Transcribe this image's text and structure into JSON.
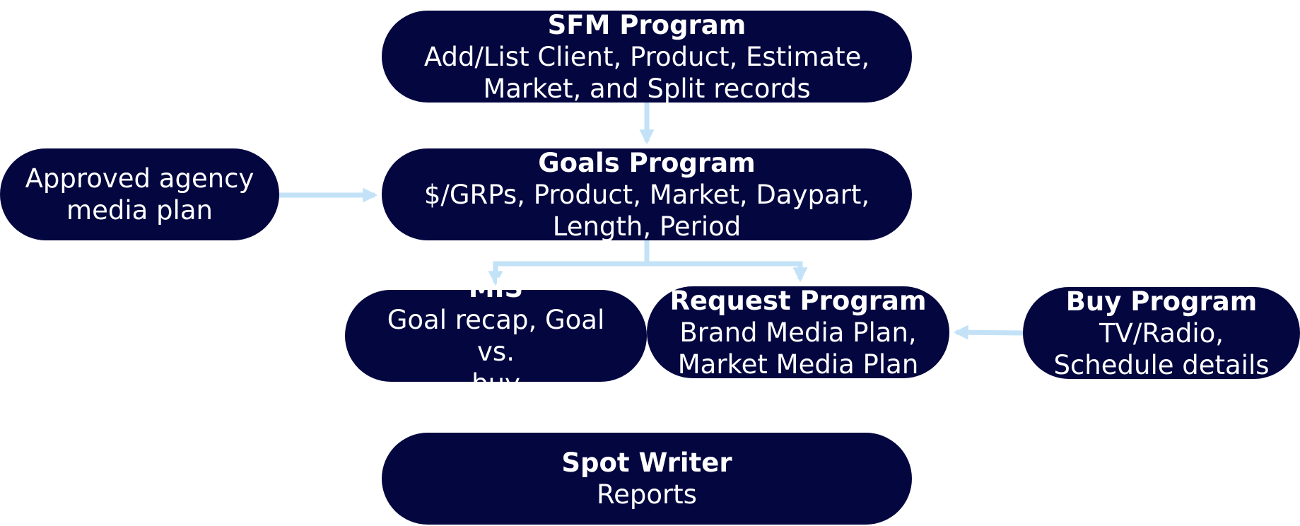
{
  "colors": {
    "node_fill": "#03063f",
    "node_text": "#ffffff",
    "connector": "#c3e2f7"
  },
  "nodes": {
    "sfm": {
      "title": "SFM Program",
      "lines": [
        "Add/List Client, Product, Estimate,",
        "Market, and Split records"
      ]
    },
    "plan": {
      "lines": [
        "Approved agency",
        "media plan"
      ]
    },
    "goals": {
      "title": "Goals Program",
      "lines": [
        "$/GRPs, Product, Market, Daypart,",
        "Length, Period"
      ]
    },
    "mis": {
      "title": "MIS",
      "lines": [
        "Goal recap, Goal vs.",
        "buy"
      ]
    },
    "request": {
      "title": "Request Program",
      "lines": [
        "Brand Media Plan,",
        "Market Media Plan"
      ]
    },
    "buy": {
      "title": "Buy Program",
      "lines": [
        "TV/Radio,",
        "Schedule details"
      ]
    },
    "spot": {
      "title": "Spot Writer",
      "lines": [
        "Reports"
      ]
    }
  },
  "edges": [
    {
      "from": "SFM Program",
      "to": "Goals Program"
    },
    {
      "from": "Approved agency media plan",
      "to": "Goals Program"
    },
    {
      "from": "Goals Program",
      "to": "MIS"
    },
    {
      "from": "Goals Program",
      "to": "Request Program"
    },
    {
      "from": "Buy Program",
      "to": "Request Program"
    }
  ]
}
